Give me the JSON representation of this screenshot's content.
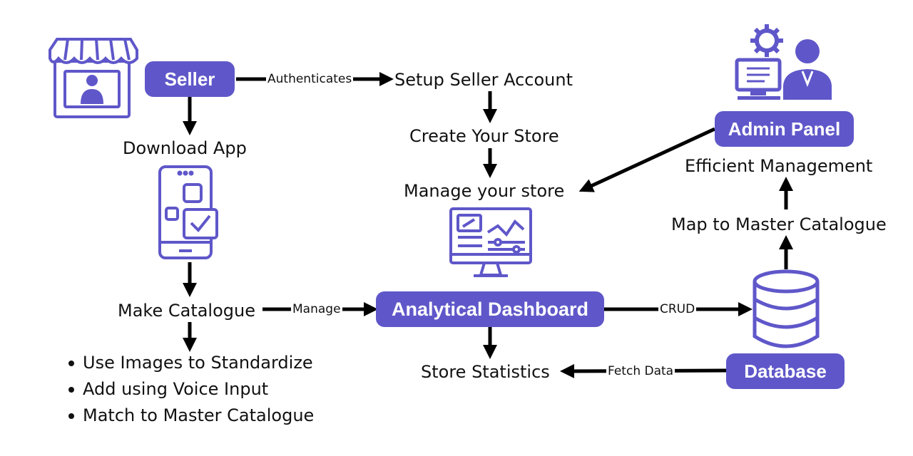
{
  "colors": {
    "accent": "#5f57c9",
    "line": "#000000",
    "text": "#111111"
  },
  "nodes": {
    "seller": "Seller",
    "admin_panel": "Admin Panel",
    "analytical_dashboard": "Analytical Dashboard",
    "database": "Database"
  },
  "labels": {
    "download_app": "Download App",
    "setup_seller_account": "Setup Seller Account",
    "create_your_store": "Create Your Store",
    "manage_your_store": "Manage your store",
    "efficient_management": "Efficient Management",
    "map_to_master_catalogue": "Map to Master Catalogue",
    "make_catalogue": "Make Catalogue",
    "store_statistics": "Store Statistics"
  },
  "edge_labels": {
    "authenticates": "Authenticates",
    "manage": "Manage",
    "crud": "CRUD",
    "fetch_data": "Fetch Data"
  },
  "catalogue_features": [
    "Use Images to Standardize",
    "Add using Voice Input",
    "Match to Master Catalogue"
  ],
  "icons": [
    "storefront-icon",
    "mobile-app-icon",
    "monitor-analytics-icon",
    "admin-user-icon",
    "database-icon"
  ]
}
